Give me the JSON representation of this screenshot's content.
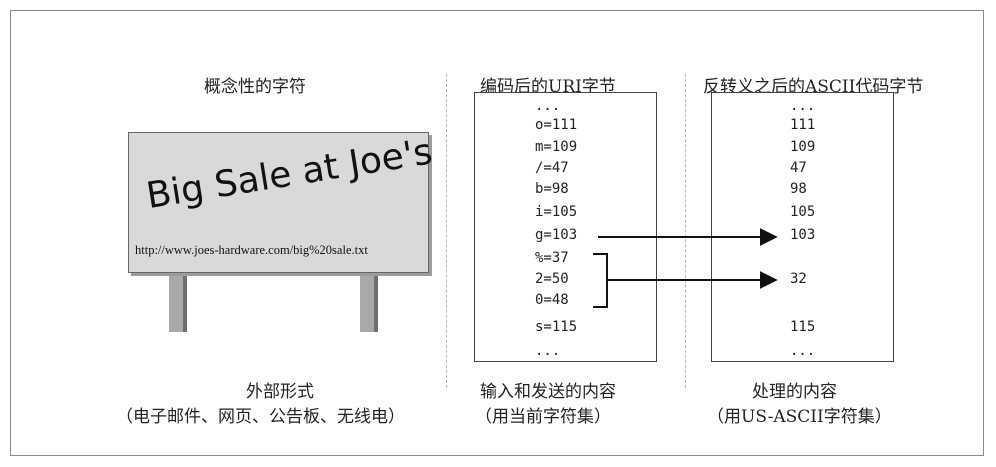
{
  "headers": {
    "conceptual": "概念性的字符",
    "encoded": "编码后的URI字节",
    "unescaped": "反转义之后的ASCII代码字节"
  },
  "sign": {
    "slogan": "Big Sale at Joe's",
    "url": "http://www.joes-hardware.com/big%20sale.txt"
  },
  "encoded_bytes": [
    "...",
    "o=111",
    "m=109",
    "/=47",
    "b=98",
    "i=105",
    "g=103",
    "%=37",
    "2=50",
    "0=48",
    "s=115",
    "..."
  ],
  "ascii_bytes": [
    "...",
    "111",
    "109",
    "47",
    "98",
    "105",
    "103",
    "32",
    "115",
    "..."
  ],
  "footers": {
    "external_form_line1": "外部形式",
    "external_form_line2": "（电子邮件、网页、公告板、无线电）",
    "input_line1": "输入和发送的内容",
    "input_line2": "（用当前字符集）",
    "processed_line1": "处理的内容",
    "processed_line2": "（用US-ASCII字符集）"
  }
}
